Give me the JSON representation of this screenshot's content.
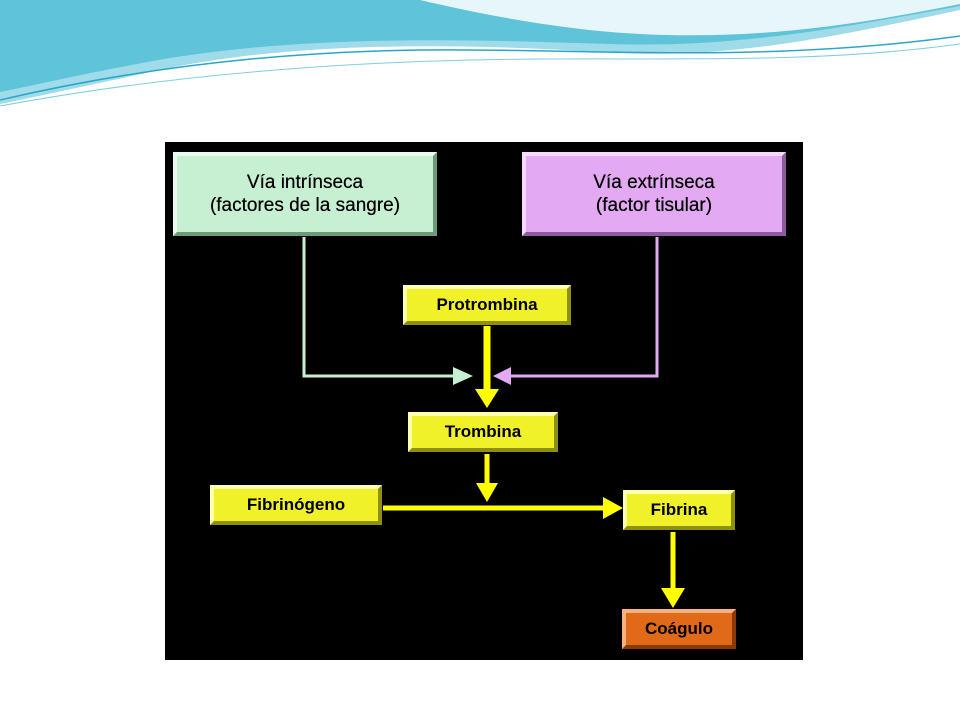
{
  "diagram": {
    "nodes": {
      "intrinsic": {
        "line1": "Vía intrínseca",
        "line2": "(factores de la sangre)"
      },
      "extrinsic": {
        "line1": "Vía extrínseca",
        "line2": "(factor tisular)"
      },
      "prothrombin": "Protrombina",
      "thrombin": "Trombina",
      "fibrinogen": "Fibrinógeno",
      "fibrin": "Fibrina",
      "clot": "Coágulo"
    },
    "colors": {
      "background": "#000000",
      "intrinsic_box": "#c7f0d2",
      "extrinsic_box": "#e3a9f3",
      "step_box": "#f1f129",
      "clot_box": "#e06a18",
      "arrow_yellow": "#ffff00",
      "arrow_green": "#c7f0d2",
      "arrow_violet": "#e3a9f3"
    }
  }
}
